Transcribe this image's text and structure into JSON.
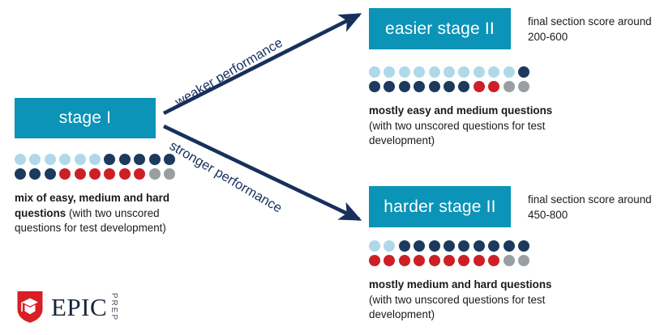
{
  "colors": {
    "teal": "#0b93b8",
    "navy": "#1b3a5e",
    "arrow_navy": "#17305c",
    "light_blue": "#afd9e8",
    "red": "#cc2026",
    "gray": "#9b9ea1",
    "logo_red": "#d81f26",
    "text": "#1a1a1a"
  },
  "stage1": {
    "box_label": "stage I",
    "dots": {
      "row1": [
        "light",
        "light",
        "light",
        "light",
        "light",
        "light",
        "navy",
        "navy",
        "navy",
        "navy",
        "navy"
      ],
      "row2": [
        "navy",
        "navy",
        "navy",
        "red",
        "red",
        "red",
        "red",
        "red",
        "red",
        "gray",
        "gray"
      ]
    },
    "caption_bold": "mix of easy, medium and hard questions",
    "caption_rest": " (with two unscored questions for test development)"
  },
  "arrows": {
    "upper_label": "weaker performance",
    "lower_label": "stronger performance"
  },
  "easier": {
    "box_label": "easier stage II",
    "score_note": "final section score around 200-600",
    "dots": {
      "row1": [
        "light",
        "light",
        "light",
        "light",
        "light",
        "light",
        "light",
        "light",
        "light",
        "light",
        "navy"
      ],
      "row2": [
        "navy",
        "navy",
        "navy",
        "navy",
        "navy",
        "navy",
        "navy",
        "red",
        "red",
        "gray",
        "gray"
      ]
    },
    "caption_bold": "mostly easy and medium questions",
    "caption_rest": " (with two unscored questions for test development)"
  },
  "harder": {
    "box_label": "harder stage II",
    "score_note": "final section score around 450-800",
    "dots": {
      "row1": [
        "light",
        "light",
        "navy",
        "navy",
        "navy",
        "navy",
        "navy",
        "navy",
        "navy",
        "navy",
        "navy"
      ],
      "row2": [
        "red",
        "red",
        "red",
        "red",
        "red",
        "red",
        "red",
        "red",
        "red",
        "gray",
        "gray"
      ]
    },
    "caption_bold": "mostly medium and hard questions",
    "caption_rest": " (with two unscored questions for test development)"
  },
  "logo": {
    "wordmark": "EPIC",
    "sub": "PREP"
  }
}
